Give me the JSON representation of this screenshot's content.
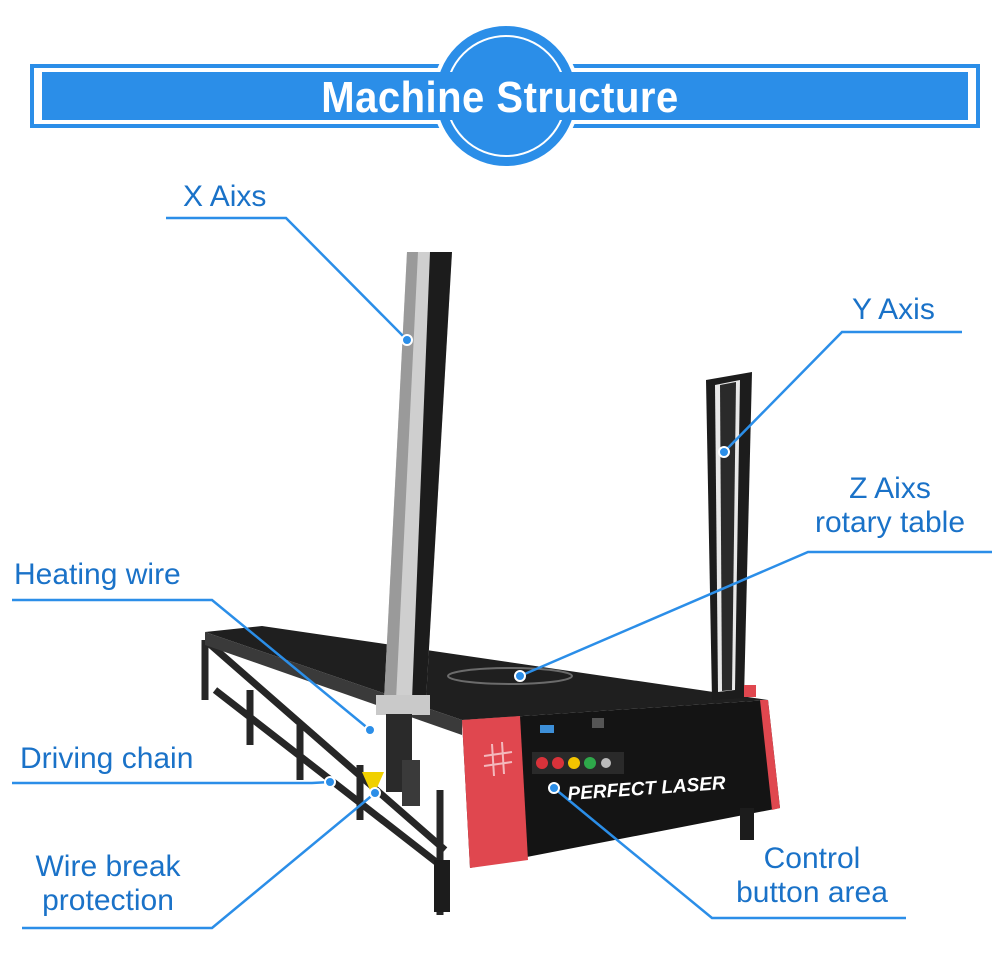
{
  "title": "Machine Structure",
  "brand": "PERFECT LASER",
  "colors": {
    "accent": "#2b8ee8",
    "accent_dark": "#1a72c8",
    "cabinet_red": "#e0474f",
    "machine_black": "#1c1c1c"
  },
  "labels": {
    "x_axis": "X Aixs",
    "y_axis": "Y Axis",
    "z_axis_line1": "Z Aixs",
    "z_axis_line2": "rotary table",
    "heating_wire": "Heating wire",
    "driving_chain": "Driving chain",
    "wire_break_line1": "Wire break",
    "wire_break_line2": "protection",
    "control_line1": "Control",
    "control_line2": "button area"
  }
}
